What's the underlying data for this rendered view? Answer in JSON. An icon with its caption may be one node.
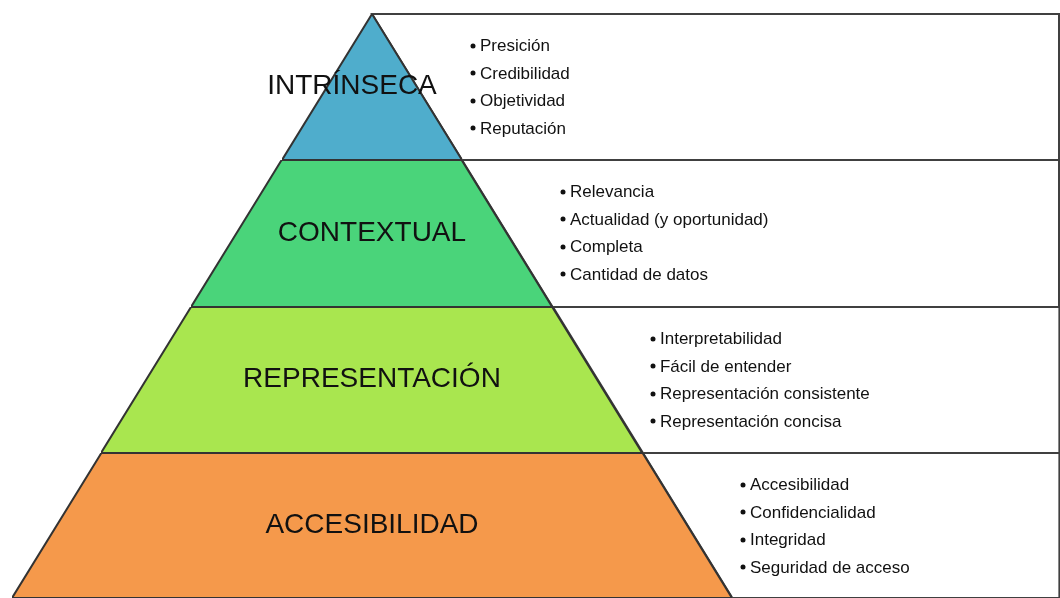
{
  "diagram": {
    "nodes": [
      {
        "text": [
          "INTRÍNSECA"
        ]
      },
      {
        "text": [
          "Presición",
          "Credibilidad",
          "Objetividad",
          "Reputación"
        ]
      },
      {
        "text": [
          "CONTEXTUAL"
        ]
      },
      {
        "text": [
          "Relevancia",
          "Actualidad (y oportunidad)",
          "Completa",
          "Cantidad de datos"
        ]
      },
      {
        "text": [
          "REPRESENTACIÓN"
        ]
      },
      {
        "text": [
          "Interpretabilidad",
          "Fácil de entender",
          "Representación consistente",
          "Representación concisa"
        ]
      },
      {
        "text": [
          "ACCESIBILIDAD"
        ]
      },
      {
        "text": [
          "Accesibilidad",
          "Confidencialidad",
          "Integridad",
          "Seguridad de acceso"
        ]
      }
    ]
  }
}
